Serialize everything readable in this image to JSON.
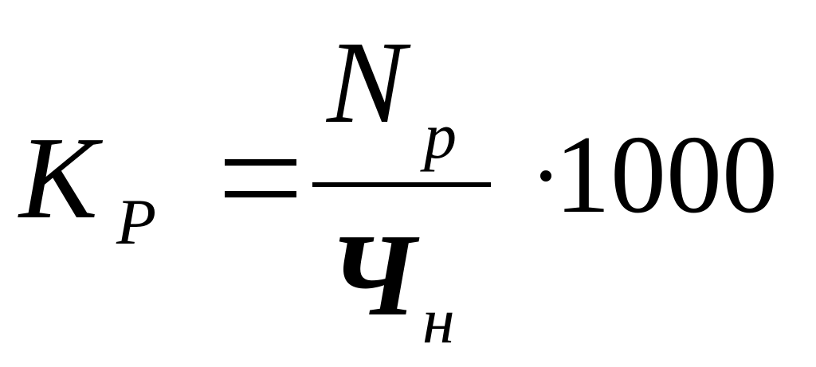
{
  "formula": {
    "lhs": {
      "symbol": "K",
      "subscript": "P"
    },
    "equals": "=",
    "numerator": {
      "symbol": "N",
      "subscript": "p"
    },
    "denominator": {
      "symbol": "Ч",
      "subscript": "н"
    },
    "operator": "·",
    "factor": "1000"
  }
}
